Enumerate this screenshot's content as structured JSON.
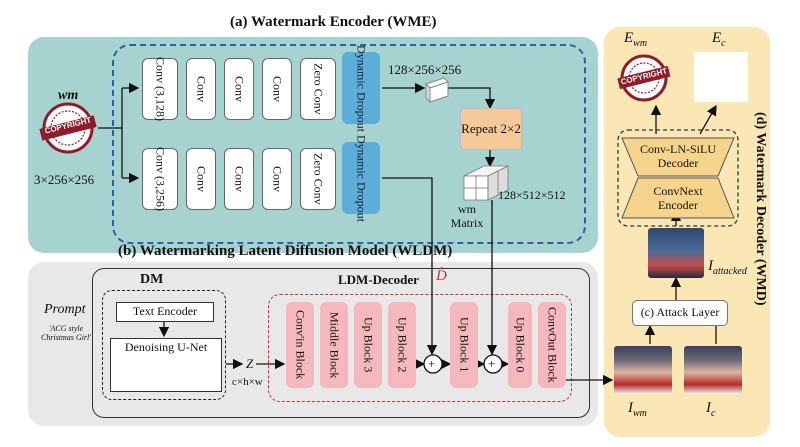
{
  "wme": {
    "title": "(a) Watermark Encoder (WME)",
    "wm_label": "wm",
    "wm_dim": "3×256×256",
    "top_row": [
      "Conv (3,128)",
      "Conv",
      "Conv",
      "Conv",
      "Zero Conv",
      "Dynamic Dropout"
    ],
    "bottom_row": [
      "Conv (3,256)",
      "Conv",
      "Conv",
      "Conv",
      "Zero Conv",
      "Dynamic Dropout"
    ],
    "top_dim": "128×256×256",
    "repeat": "Repeat 2×2",
    "matrix_dim": "128×512×512",
    "matrix_label": "wm Matrix",
    "stamp_text": "COPYRIGHT"
  },
  "wldm": {
    "title": "(b) Watermarking Latent Diffusion Model (WLDM)",
    "dm_label": "DM",
    "prompt_label": "Prompt",
    "prompt_text": "'ACG style Christmas Girl'",
    "text_encoder": "Text Encoder",
    "unet": "Denoising U-Net",
    "z_label": "Z",
    "z_dim": "c×h×w",
    "decoder_title": "LDM-Decoder",
    "decoder_symbol": "D̂",
    "blocks": [
      "Conv'in Block",
      "Middle Block",
      "Up Block 3",
      "Up Block 2",
      "Up Block 1",
      "Up Block 0",
      "ConvOut Block"
    ],
    "plus": "+"
  },
  "wmd": {
    "title": "(d) Watermark Decoder (WMD)",
    "e_wm": "E",
    "e_wm_sub": "wm",
    "e_c": "E",
    "e_c_sub": "c",
    "decoder1": "Conv-LN-SiLU Decoder",
    "encoder1": "ConvNext Encoder",
    "i_attacked": "I",
    "i_attacked_sub": "attacked",
    "attack_layer": "(c) Attack Layer",
    "i_wm": "I",
    "i_wm_sub": "wm",
    "i_c": "I",
    "i_c_sub": "c"
  },
  "colors": {
    "wme_bg": "#a6d3cf",
    "wldm_bg": "#e8e8e8",
    "wmd_bg": "#fbe6b6",
    "blue_block": "#5dadd9",
    "pink_block": "#f5b8bd",
    "stamp_red": "#8e1c2a"
  }
}
